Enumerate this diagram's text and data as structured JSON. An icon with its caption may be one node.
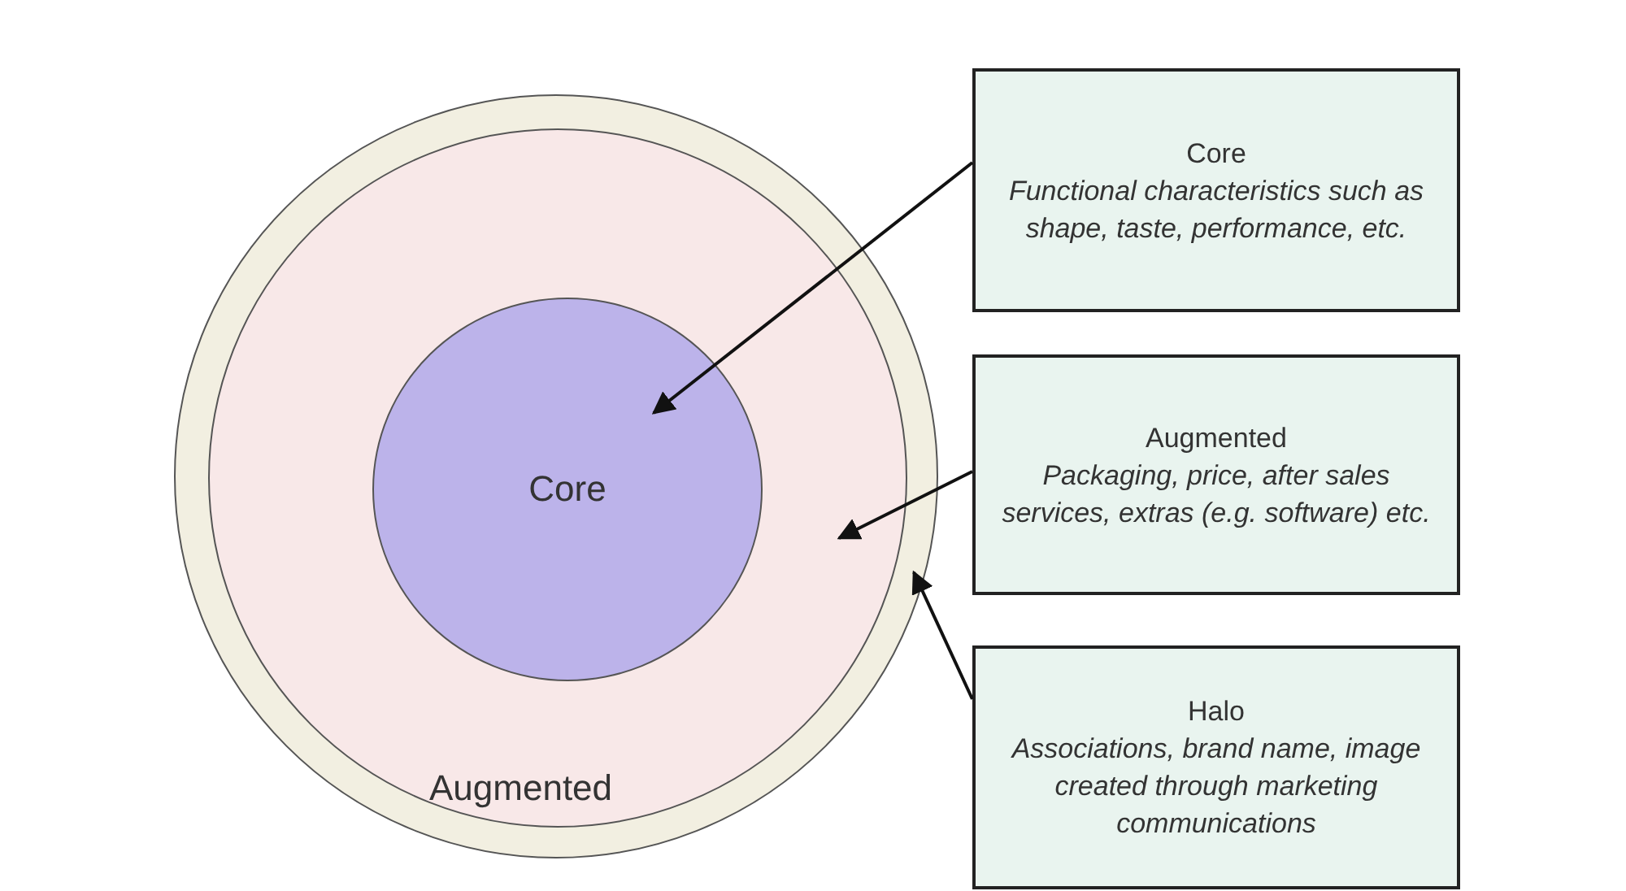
{
  "diagram": {
    "nodes": [
      {
        "text": [],
        "shape": "circle"
      },
      {
        "text": [
          "Augmented"
        ],
        "in": 0
      },
      {
        "text": [
          "Core"
        ],
        "in": 1
      },
      {
        "text": [
          "Core",
          "Functional characteristics such as shape, taste, performance, etc."
        ]
      },
      {
        "text": [
          "Augmented",
          "Packaging, price, after sales services, extras (e.g. software) etc."
        ]
      },
      {
        "text": [
          "Halo",
          "Associations, brand name, image created through marketing communications"
        ]
      }
    ],
    "edges": [
      {
        "from": 3,
        "to": 2,
        "arrow": "to"
      },
      {
        "from": 4,
        "to": 1,
        "arrow": "to"
      },
      {
        "from": 5,
        "to": 0,
        "arrow": "to"
      }
    ]
  }
}
